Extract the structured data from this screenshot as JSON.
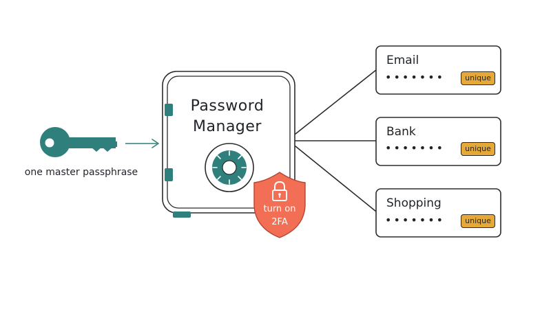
{
  "key": {
    "caption": "one master passphrase",
    "icon": "key-icon"
  },
  "vault": {
    "title_line1": "Password",
    "title_line2": "Manager",
    "icon": "safe-icon"
  },
  "shield": {
    "line1": "turn on",
    "line2": "2FA",
    "icon": "lock-icon"
  },
  "accounts": [
    {
      "name": "Email",
      "masked": "•••••••",
      "badge": "unique"
    },
    {
      "name": "Bank",
      "masked": "•••••••",
      "badge": "unique"
    },
    {
      "name": "Shopping",
      "masked": "•••••••",
      "badge": "unique"
    }
  ],
  "colors": {
    "teal": "#2f7f7c",
    "shield": "#f26f55",
    "badge": "#e6a937",
    "stroke": "#2a2a2a"
  }
}
